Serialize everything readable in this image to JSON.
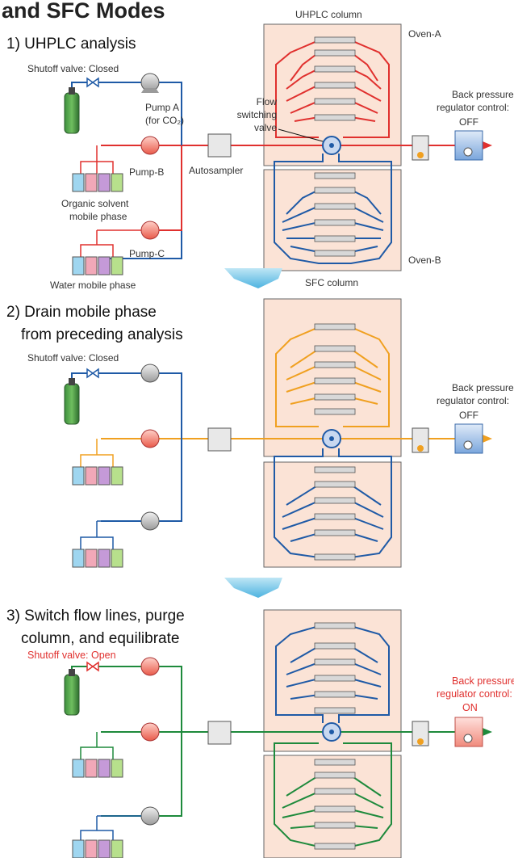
{
  "header": {
    "title": "and SFC Modes"
  },
  "panel1": {
    "step_line1": "1) UHPLC analysis",
    "shutoff": "Shutoff valve: Closed",
    "pumpA_line1": "Pump A",
    "pumpA_line2": "(for CO₂)",
    "flow_line1": "Flow",
    "flow_line2": "switching",
    "flow_line3": "valve",
    "uhplc_column": "UHPLC column",
    "oven_a": "Oven-A",
    "oven_b": "Oven-B",
    "sfc_column": "SFC column",
    "pumpB": "Pump-B",
    "pumpC": "Pump-C",
    "autosampler": "Autosampler",
    "organic_line1": "Organic solvent",
    "organic_line2": "mobile phase",
    "water": "Water mobile phase",
    "bpr_line1": "Back pressure",
    "bpr_line2": "regulator control:",
    "bpr_state": "OFF"
  },
  "panel2": {
    "step_line1": "2) Drain mobile phase",
    "step_line2": "from preceding analysis",
    "shutoff": "Shutoff valve: Closed",
    "bpr_line1": "Back pressure",
    "bpr_line2": "regulator control:",
    "bpr_state": "OFF"
  },
  "panel3": {
    "step_line1": "3) Switch flow lines, purge",
    "step_line2": "column, and equilibrate",
    "shutoff": "Shutoff valve: Open",
    "bpr_line1": "Back pressure",
    "bpr_line2": "regulator control:",
    "bpr_state": "ON"
  },
  "colors": {
    "blue": "#1f5aa6",
    "red": "#e0302e",
    "orange": "#f0a020",
    "green": "#1e8a3c",
    "oven_fill": "#fbe3d6"
  }
}
